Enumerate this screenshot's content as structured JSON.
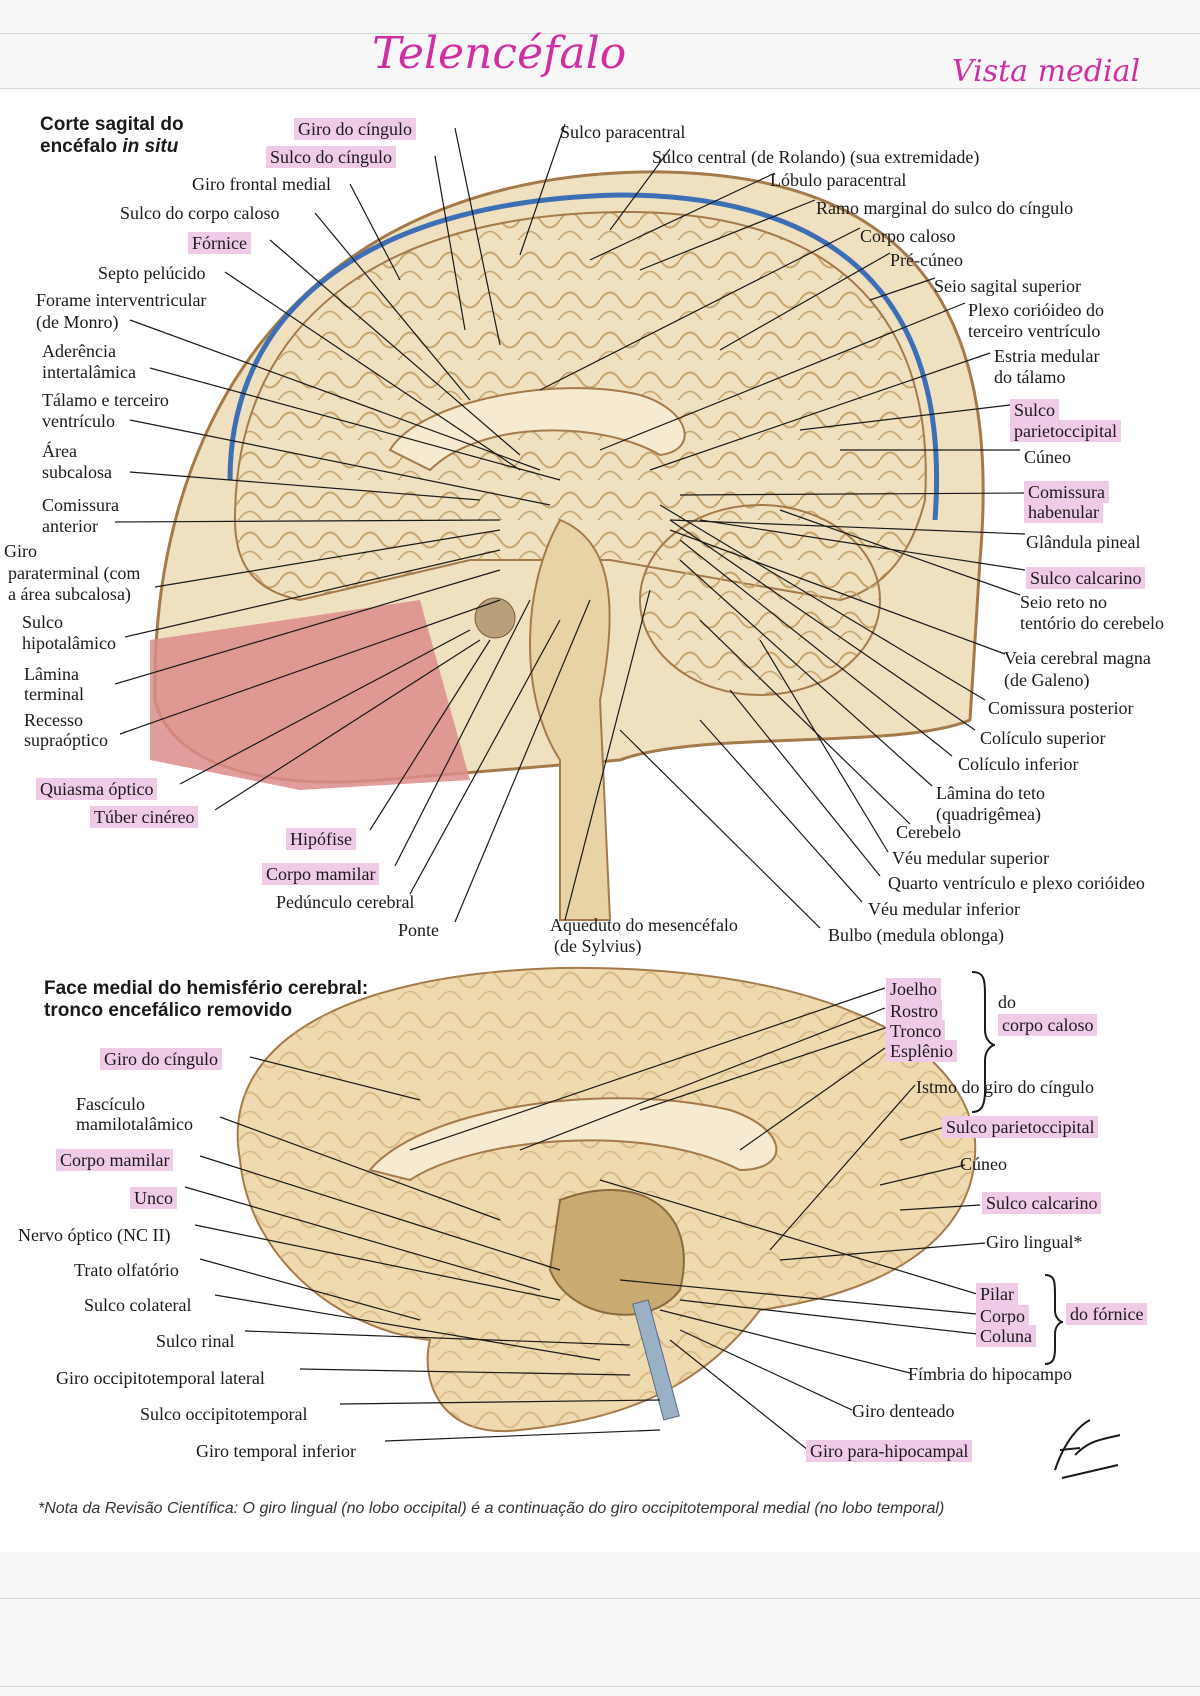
{
  "handwritten": {
    "title": "Telencéfalo",
    "view": "Vista medial"
  },
  "section1": {
    "title_line1": "Corte sagital do",
    "title_line2_pre": "encéfalo ",
    "title_line2_em": "in situ"
  },
  "section2": {
    "title_line1": "Face medial do hemisfério cerebral:",
    "title_line2": "tronco encefálico removido"
  },
  "labels1": [
    {
      "text": "Giro do cíngulo",
      "hl": true
    },
    {
      "text": "Sulco do cíngulo",
      "hl": true
    },
    {
      "text": "Giro frontal medial",
      "hl": false
    },
    {
      "text": "Sulco do corpo caloso",
      "hl": false
    },
    {
      "text": "Fórnice",
      "hl": true
    },
    {
      "text": "Septo pelúcido",
      "hl": false
    },
    {
      "text": "Forame interventricular",
      "hl": false
    },
    {
      "text": "(de Monro)",
      "hl": false
    },
    {
      "text": "Aderência",
      "hl": false
    },
    {
      "text": "intertalâmica",
      "hl": false
    },
    {
      "text": "Tálamo e terceiro",
      "hl": false
    },
    {
      "text": "ventrículo",
      "hl": false
    },
    {
      "text": "Área",
      "hl": false
    },
    {
      "text": "subcalosa",
      "hl": false
    },
    {
      "text": "Comissura",
      "hl": false
    },
    {
      "text": "anterior",
      "hl": false
    },
    {
      "text": "Giro",
      "hl": false
    },
    {
      "text": "paraterminal (com",
      "hl": false
    },
    {
      "text": "a área subcalosa)",
      "hl": false
    },
    {
      "text": "Sulco",
      "hl": false
    },
    {
      "text": "hipotalâmico",
      "hl": false
    },
    {
      "text": "Lâmina",
      "hl": false
    },
    {
      "text": "terminal",
      "hl": false
    },
    {
      "text": "Recesso",
      "hl": false
    },
    {
      "text": "supraóptico",
      "hl": false
    },
    {
      "text": "Quiasma óptico",
      "hl": true
    },
    {
      "text": "Túber cinéreo",
      "hl": true
    },
    {
      "text": "Hipófise",
      "hl": true
    },
    {
      "text": "Corpo mamilar",
      "hl": true
    },
    {
      "text": "Pedúnculo cerebral",
      "hl": false
    },
    {
      "text": "Ponte",
      "hl": false
    },
    {
      "text": "Aqueduto do mesencéfalo",
      "hl": false
    },
    {
      "text": "(de Sylvius)",
      "hl": false
    },
    {
      "text": "Bulbo (medula oblonga)",
      "hl": false
    },
    {
      "text": "Véu medular inferior",
      "hl": false
    },
    {
      "text": "Quarto ventrículo e plexo corióideo",
      "hl": false
    },
    {
      "text": "Véu medular superior",
      "hl": false
    },
    {
      "text": "Cerebelo",
      "hl": false
    },
    {
      "text": "Lâmina do teto",
      "hl": false
    },
    {
      "text": "(quadrigêmea)",
      "hl": false
    },
    {
      "text": "Colículo inferior",
      "hl": false
    },
    {
      "text": "Colículo superior",
      "hl": false
    },
    {
      "text": "Comissura posterior",
      "hl": false
    },
    {
      "text": "Veia cerebral magna",
      "hl": false
    },
    {
      "text": "(de Galeno)",
      "hl": false
    },
    {
      "text": "Seio reto no",
      "hl": false
    },
    {
      "text": "tentório do cerebelo",
      "hl": false
    },
    {
      "text": "Sulco calcarino",
      "hl": true
    },
    {
      "text": "Glândula pineal",
      "hl": false
    },
    {
      "text": "Comissura",
      "hl": true
    },
    {
      "text": "habenular",
      "hl": true
    },
    {
      "text": "Cúneo",
      "hl": false
    },
    {
      "text": "Sulco",
      "hl": true
    },
    {
      "text": "parietoccipital",
      "hl": true
    },
    {
      "text": "Estria medular",
      "hl": false
    },
    {
      "text": "do tálamo",
      "hl": false
    },
    {
      "text": "Plexo corióideo do",
      "hl": false
    },
    {
      "text": "terceiro ventrículo",
      "hl": false
    },
    {
      "text": "Seio sagital superior",
      "hl": false
    },
    {
      "text": "Pré-cúneo",
      "hl": false
    },
    {
      "text": "Corpo caloso",
      "hl": false
    },
    {
      "text": "Ramo marginal do sulco do cíngulo",
      "hl": false
    },
    {
      "text": "Lóbulo paracentral",
      "hl": false
    },
    {
      "text": "Sulco central (de Rolando) (sua extremidade)",
      "hl": false
    },
    {
      "text": "Sulco paracentral",
      "hl": false
    }
  ],
  "labels2": [
    {
      "text": "Giro do cíngulo",
      "hl": true
    },
    {
      "text": "Fascículo",
      "hl": false
    },
    {
      "text": "mamilotalâmico",
      "hl": false
    },
    {
      "text": "Corpo mamilar",
      "hl": true
    },
    {
      "text": "Unco",
      "hl": true
    },
    {
      "text": "Nervo óptico (NC II)",
      "hl": false
    },
    {
      "text": "Trato olfatório",
      "hl": false
    },
    {
      "text": "Sulco colateral",
      "hl": false
    },
    {
      "text": "Sulco rinal",
      "hl": false
    },
    {
      "text": "Giro occipitotemporal lateral",
      "hl": false
    },
    {
      "text": "Sulco occipitotemporal",
      "hl": false
    },
    {
      "text": "Giro temporal inferior",
      "hl": false
    },
    {
      "text": "Joelho",
      "hl": true
    },
    {
      "text": "Rostro",
      "hl": true
    },
    {
      "text": "Tronco",
      "hl": true
    },
    {
      "text": "Esplênio",
      "hl": true
    },
    {
      "text": "do",
      "hl": false
    },
    {
      "text": "corpo caloso",
      "hl": true
    },
    {
      "text": "Istmo do giro do cíngulo",
      "hl": false
    },
    {
      "text": "Sulco parietoccipital",
      "hl": true
    },
    {
      "text": "Cúneo",
      "hl": false
    },
    {
      "text": "Sulco calcarino",
      "hl": true
    },
    {
      "text": "Giro lingual*",
      "hl": false
    },
    {
      "text": "Pilar",
      "hl": true
    },
    {
      "text": "Corpo",
      "hl": true
    },
    {
      "text": "Coluna",
      "hl": true
    },
    {
      "text": "do fórnice",
      "hl": true
    },
    {
      "text": "Fímbria do hipocampo",
      "hl": false
    },
    {
      "text": "Giro denteado",
      "hl": false
    },
    {
      "text": "Giro para-hipocampal",
      "hl": true
    }
  ],
  "signature": "F. Netter M.D.",
  "footnote": "*Nota da Revisão Científica: O giro lingual (no lobo occipital) é a continuação do giro occipitotemporal medial (no lobo temporal)",
  "colors": {
    "highlight": "#f0cbe8",
    "handwriting": "#cf2fa3",
    "brain": "#efd9ae",
    "gyrus_line": "#c9a56e",
    "vessel": "#3d6fb6",
    "red": "#c0505a"
  }
}
